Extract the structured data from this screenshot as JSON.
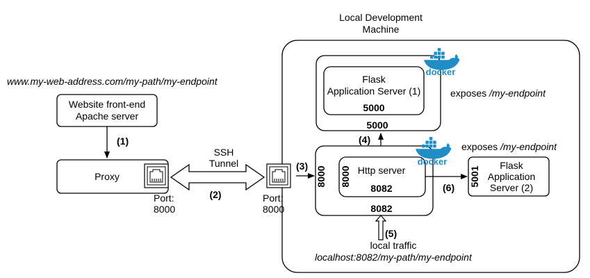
{
  "local_machine": {
    "title_line1": "Local Development",
    "title_line2": "Machine"
  },
  "website": {
    "url": "www.my-web-address.com/my-path/my-endpoint",
    "box_line1": "Website front-end",
    "box_line2": "Apache server"
  },
  "proxy": {
    "label": "Proxy",
    "port_label": "Port:",
    "port_value": "8000"
  },
  "ssh_tunnel": {
    "line1": "SSH",
    "line2": "Tunnel"
  },
  "local_port": {
    "port_label": "Port:",
    "port_value": "8000"
  },
  "flask1": {
    "line1": "Flask",
    "line2": "Application Server (1)",
    "inner_port": "5000",
    "outer_port": "5000",
    "exposes_prefix": "exposes ",
    "exposes_path": "/my-endpoint"
  },
  "http_server": {
    "label": "Http server",
    "inner_port": "8082",
    "outer_port": "8082",
    "inner_side_port": "8000",
    "outer_side_port": "8000",
    "exposes_prefix": "exposes ",
    "exposes_path": "/my-endpoint"
  },
  "flask2": {
    "line1": "Flask",
    "line2": "Application",
    "line3": "Server (2)",
    "side_port": "5001"
  },
  "steps": {
    "s1": "(1)",
    "s2": "(2)",
    "s3": "(3)",
    "s4": "(4)",
    "s5": "(5)",
    "s6": "(6)"
  },
  "local_traffic": {
    "label": "local traffic",
    "url": "localhost:8082/my-path/my-endpoint"
  },
  "docker": {
    "word": "docker",
    "icon": "docker-whale-icon"
  },
  "colors": {
    "docker_blue": "#1f8ec7",
    "stroke": "#000000",
    "fill": "#ffffff"
  }
}
